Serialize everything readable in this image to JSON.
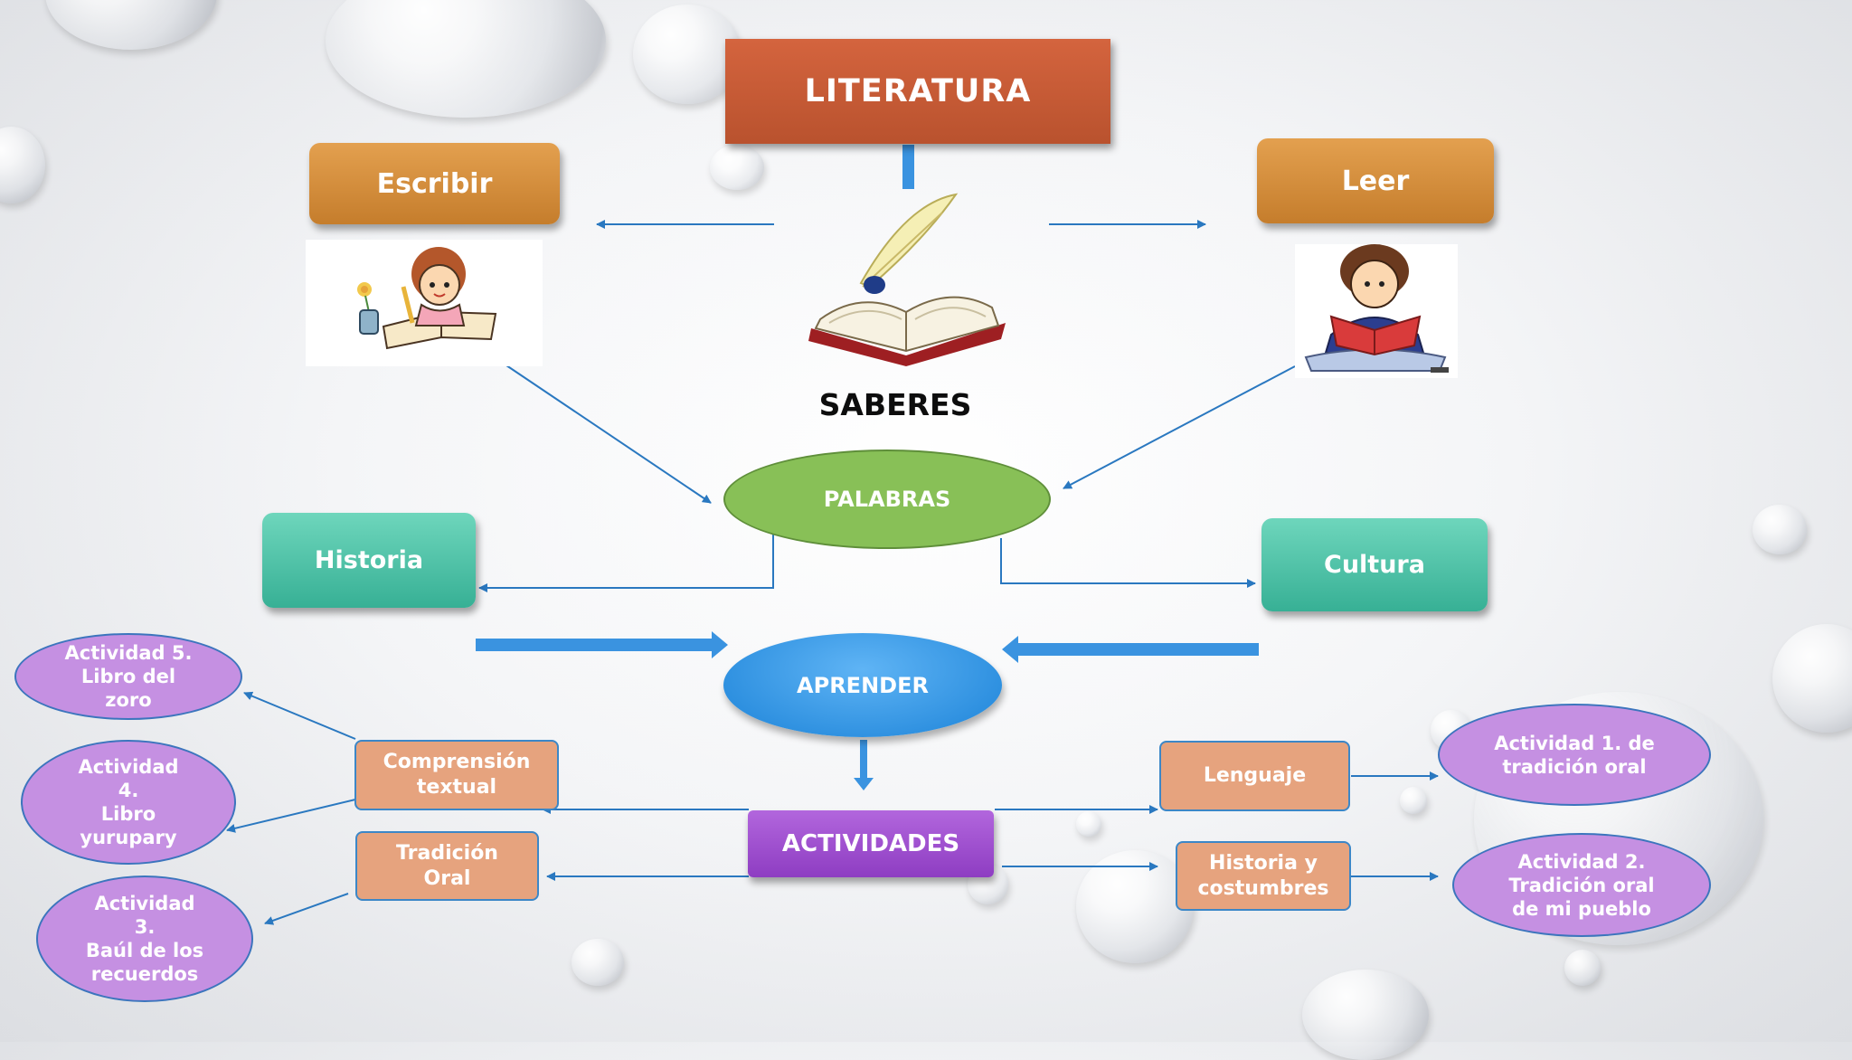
{
  "title": "LITERATURA",
  "center_label": "SABERES",
  "top_left": "Escribir",
  "top_right": "Leer",
  "palabras": "PALABRAS",
  "historia": "Historia",
  "cultura": "Cultura",
  "aprender": "APRENDER",
  "actividades": "ACTIVIDADES",
  "left_topics": [
    {
      "line1": "Comprensión",
      "line2": "textual"
    },
    {
      "line1": "Tradición",
      "line2": "Oral"
    }
  ],
  "right_topics": [
    {
      "line1": "Lenguaje",
      "line2": ""
    },
    {
      "line1": "Historia y",
      "line2": "costumbres"
    }
  ],
  "left_activities": [
    [
      "Actividad 5.",
      "Libro del",
      "zoro",
      ""
    ],
    [
      "Actividad",
      "4.",
      "Libro",
      "yurupary"
    ],
    [
      "Actividad",
      "3.",
      "Baúl de los",
      "recuerdos"
    ]
  ],
  "right_activities": [
    [
      "Actividad 1.  de",
      "tradición oral",
      ""
    ],
    [
      "Actividad 2.",
      "Tradición oral",
      "de mi pueblo"
    ]
  ],
  "colors": {
    "title_box": "#c85a34",
    "orange_box": "#d68e3e",
    "teal_box": "#4fc3a7",
    "green_ellipse": "#88c057",
    "blue_ellipse": "#2e95e8",
    "purple_box": "#9a44c6",
    "salmon_box": "#e6a37e",
    "violet_ellipse": "#c590e2",
    "connector": "#2a78c0"
  }
}
